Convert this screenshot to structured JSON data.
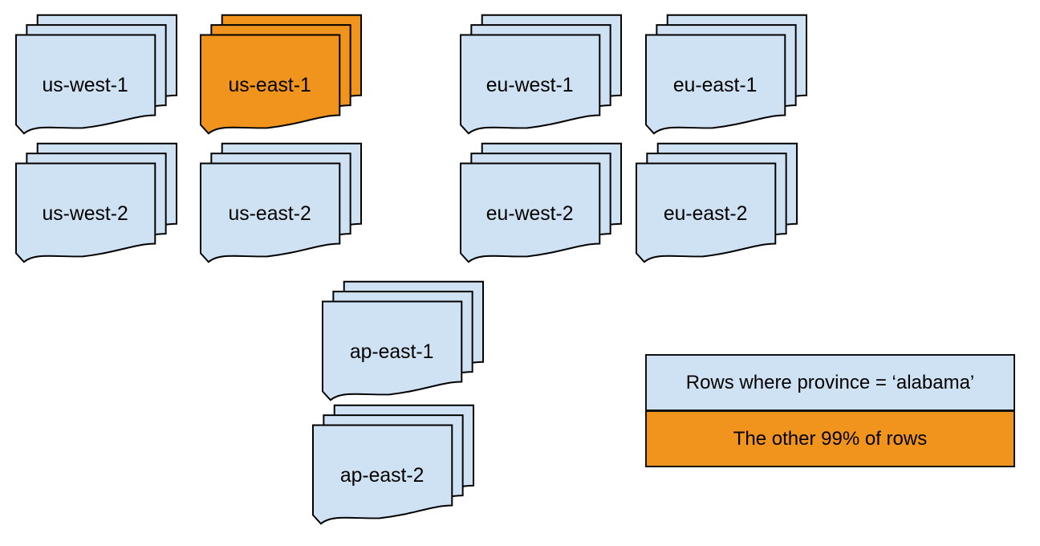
{
  "palette": {
    "doc_blue": "#cfe2f3",
    "doc_orange": "#f0941e",
    "stroke": "#000000"
  },
  "stacks": [
    {
      "label": "us-west-1",
      "fill": "#cfe2f3"
    },
    {
      "label": "us-east-1",
      "fill": "#f0941e"
    },
    {
      "label": "eu-west-1",
      "fill": "#cfe2f3"
    },
    {
      "label": "eu-east-1",
      "fill": "#cfe2f3"
    },
    {
      "label": "us-west-2",
      "fill": "#cfe2f3"
    },
    {
      "label": "us-east-2",
      "fill": "#cfe2f3"
    },
    {
      "label": "eu-west-2",
      "fill": "#cfe2f3"
    },
    {
      "label": "eu-east-2",
      "fill": "#cfe2f3"
    },
    {
      "label": "ap-east-1",
      "fill": "#cfe2f3"
    },
    {
      "label": "ap-east-2",
      "fill": "#cfe2f3"
    }
  ],
  "legend": {
    "items": [
      {
        "label": "Rows where province = ‘alabama’",
        "fill": "#cfe2f3"
      },
      {
        "label": "The other 99% of rows",
        "fill": "#f0941e"
      }
    ]
  }
}
